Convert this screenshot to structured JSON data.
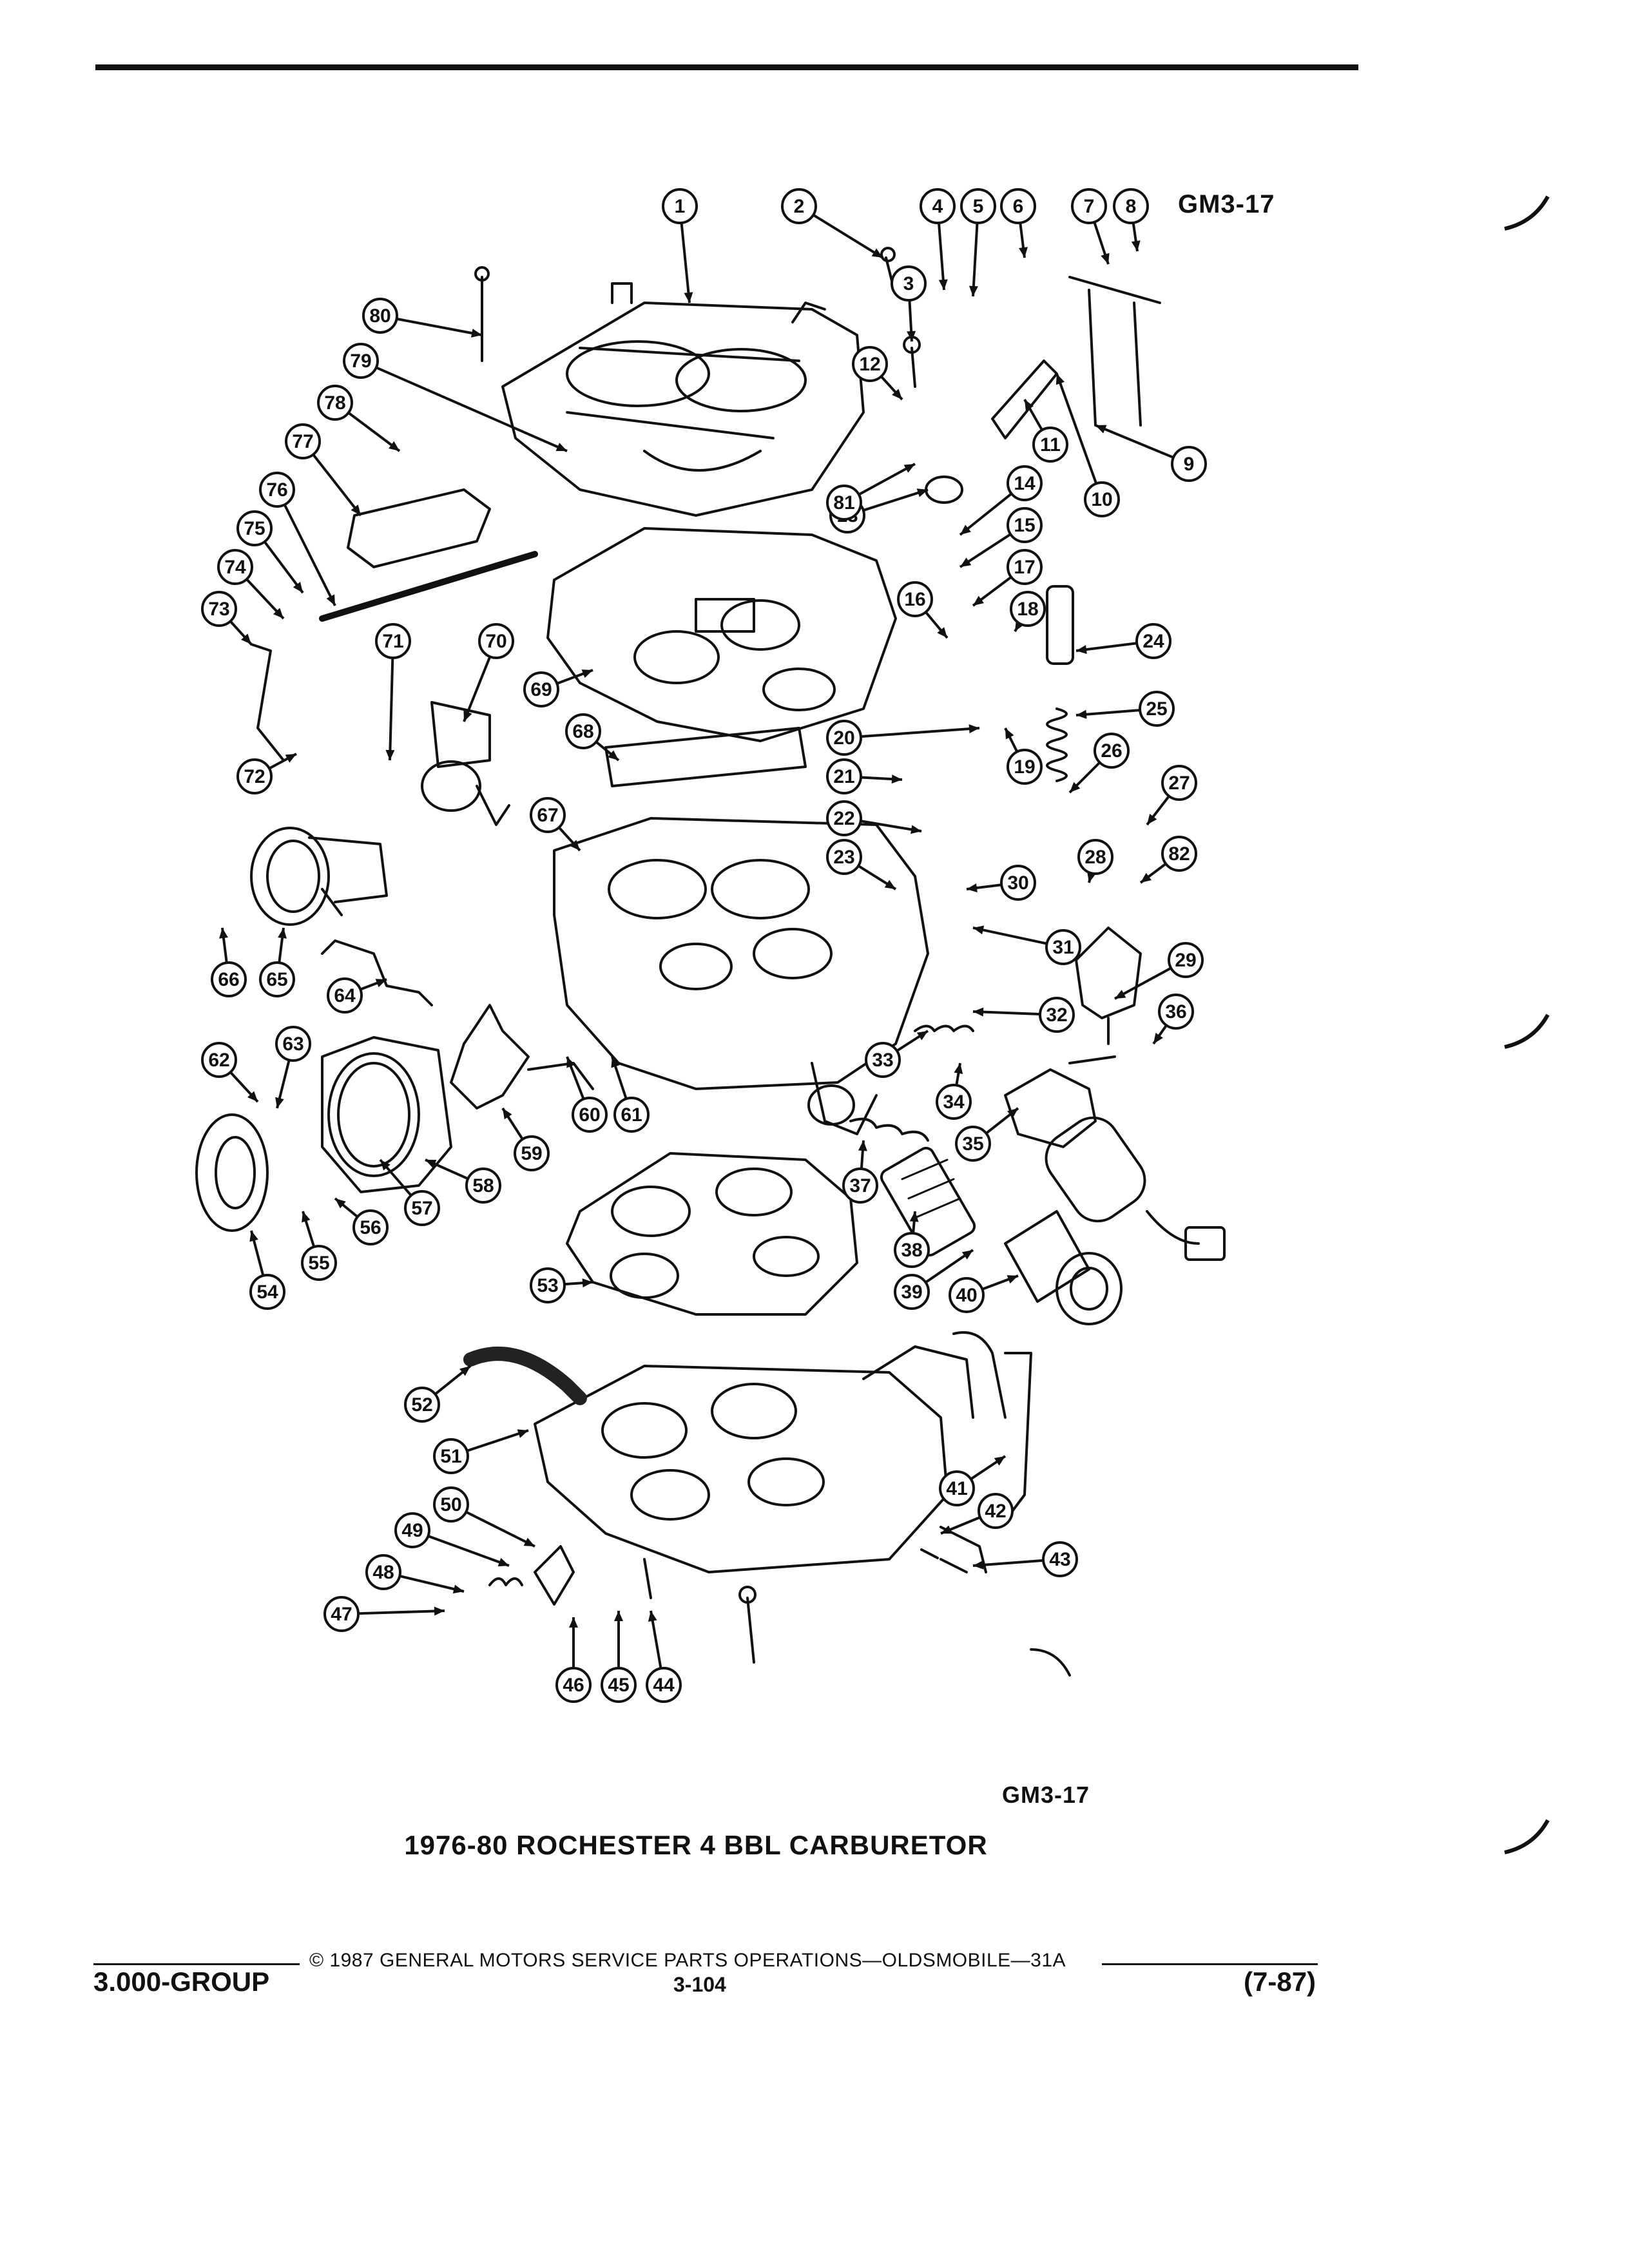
{
  "figure": {
    "code_top": "GM3-17",
    "code_bottom": "GM3-17",
    "caption": "1976-80 ROCHESTER 4 BBL CARBURETOR"
  },
  "footer": {
    "copyright": "© 1987 GENERAL MOTORS SERVICE PARTS OPERATIONS—OLDSMOBILE—31A",
    "group": "3.000-GROUP",
    "page": "3-104",
    "revision": "(7-87)"
  },
  "callouts": [
    {
      "n": "1"
    },
    {
      "n": "2"
    },
    {
      "n": "3"
    },
    {
      "n": "4"
    },
    {
      "n": "5"
    },
    {
      "n": "6"
    },
    {
      "n": "7"
    },
    {
      "n": "8"
    },
    {
      "n": "9"
    },
    {
      "n": "10"
    },
    {
      "n": "11"
    },
    {
      "n": "12"
    },
    {
      "n": "13"
    },
    {
      "n": "14"
    },
    {
      "n": "15"
    },
    {
      "n": "16"
    },
    {
      "n": "17"
    },
    {
      "n": "18"
    },
    {
      "n": "19"
    },
    {
      "n": "20"
    },
    {
      "n": "21"
    },
    {
      "n": "22"
    },
    {
      "n": "23"
    },
    {
      "n": "24"
    },
    {
      "n": "25"
    },
    {
      "n": "26"
    },
    {
      "n": "27"
    },
    {
      "n": "28"
    },
    {
      "n": "29"
    },
    {
      "n": "30"
    },
    {
      "n": "31"
    },
    {
      "n": "32"
    },
    {
      "n": "33"
    },
    {
      "n": "34"
    },
    {
      "n": "35"
    },
    {
      "n": "36"
    },
    {
      "n": "37"
    },
    {
      "n": "38"
    },
    {
      "n": "39"
    },
    {
      "n": "40"
    },
    {
      "n": "41"
    },
    {
      "n": "42"
    },
    {
      "n": "43"
    },
    {
      "n": "44"
    },
    {
      "n": "45"
    },
    {
      "n": "46"
    },
    {
      "n": "47"
    },
    {
      "n": "48"
    },
    {
      "n": "49"
    },
    {
      "n": "50"
    },
    {
      "n": "51"
    },
    {
      "n": "52"
    },
    {
      "n": "53"
    },
    {
      "n": "54"
    },
    {
      "n": "55"
    },
    {
      "n": "56"
    },
    {
      "n": "57"
    },
    {
      "n": "58"
    },
    {
      "n": "59"
    },
    {
      "n": "60"
    },
    {
      "n": "61"
    },
    {
      "n": "62"
    },
    {
      "n": "63"
    },
    {
      "n": "64"
    },
    {
      "n": "65"
    },
    {
      "n": "66"
    },
    {
      "n": "67"
    },
    {
      "n": "68"
    },
    {
      "n": "69"
    },
    {
      "n": "70"
    },
    {
      "n": "71"
    },
    {
      "n": "72"
    },
    {
      "n": "73"
    },
    {
      "n": "74"
    },
    {
      "n": "75"
    },
    {
      "n": "76"
    },
    {
      "n": "77"
    },
    {
      "n": "78"
    },
    {
      "n": "79"
    },
    {
      "n": "80"
    },
    {
      "n": "81"
    },
    {
      "n": "82"
    }
  ]
}
